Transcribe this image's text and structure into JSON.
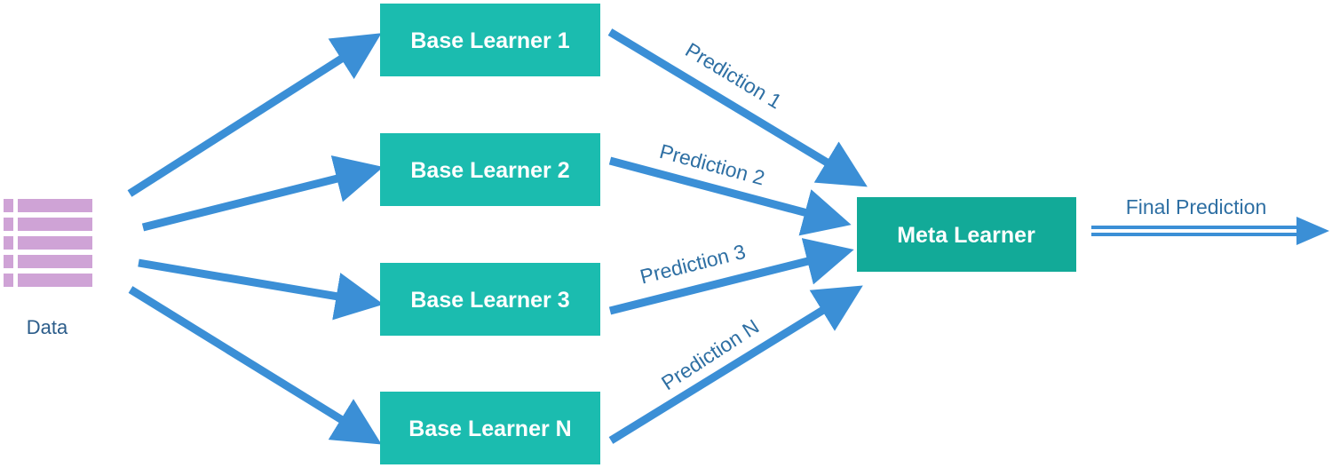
{
  "colors": {
    "learner_fill": "#1bbcaf",
    "meta_fill": "#12aa98",
    "arrow": "#3b8fd6",
    "data_icon": "#cfa3d6",
    "edge_label": "#2e6fa3",
    "data_label": "#2b5c8a"
  },
  "data_source": {
    "label": "Data",
    "icon": "table-icon"
  },
  "base_learners": [
    {
      "label": "Base Learner 1"
    },
    {
      "label": "Base Learner 2"
    },
    {
      "label": "Base Learner 3"
    },
    {
      "label": "Base Learner N"
    }
  ],
  "predictions": [
    {
      "label": "Prediction 1"
    },
    {
      "label": "Prediction 2"
    },
    {
      "label": "Prediction 3"
    },
    {
      "label": "Prediction N"
    }
  ],
  "meta_learner": {
    "label": "Meta Learner"
  },
  "output": {
    "label": "Final Prediction"
  }
}
